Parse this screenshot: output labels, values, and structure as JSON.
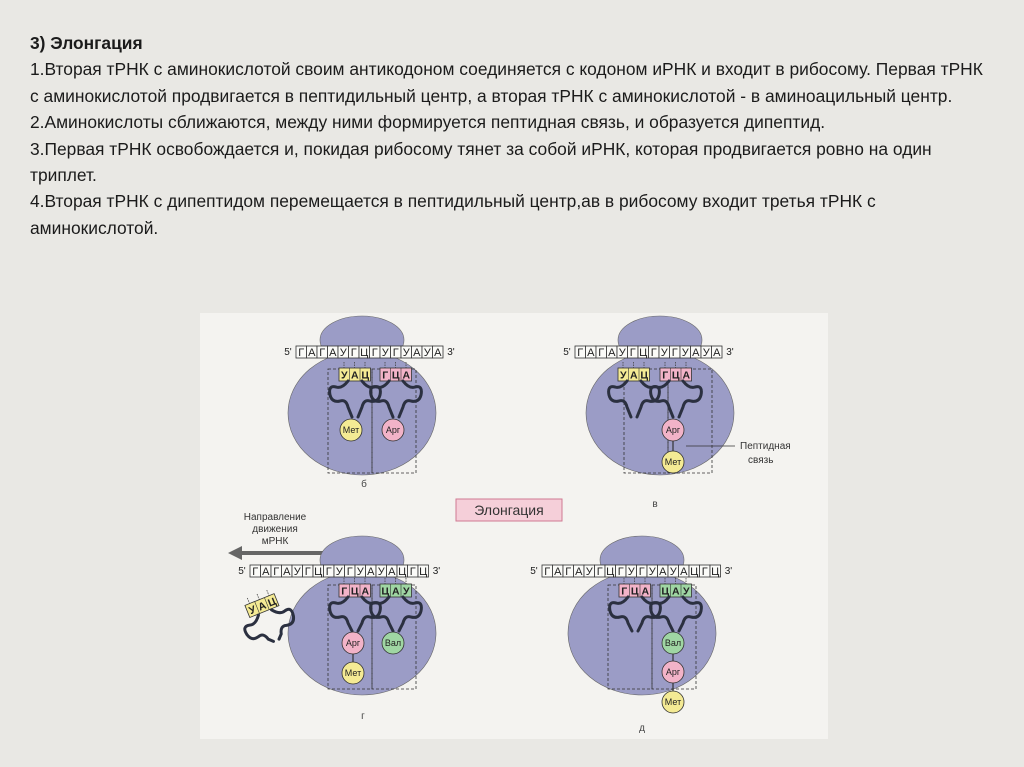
{
  "slide": {
    "title": "3) Элонгация",
    "paragraphs": [
      "1.Вторая тРНК с аминокислотой своим антикодоном соединяется с кодоном иРНК и входит в рибосому. Первая тРНК с аминокислотой продвигается в пептидильный центр, а вторая тРНК с аминокислотой - в аминоацильный центр.",
      "2.Аминокислоты сближаются, между ними формируется пептидная связь, и образуется дипептид.",
      "3.Первая тРНК освобождается и, покидая рибосому тянет за собой иРНК, которая продвигается ровно на один триплет.",
      "4.Вторая тРНК с дипептидом перемещается в пептидильный центр,ав в рибосому входит третья тРНК с аминокислотой."
    ]
  },
  "figure": {
    "center_label": "Элонгация",
    "direction_label": [
      "Направление",
      "движения",
      "мРНК"
    ],
    "peptide_label": [
      "Пептидная",
      "связь"
    ],
    "mrna_end5": "5'",
    "mrna_end3": "3'",
    "mrna_short": [
      "Г",
      "А",
      "Г",
      "А",
      "У",
      "Г",
      "Ц",
      "Г",
      "У",
      "Г",
      "У",
      "А",
      "У",
      "А"
    ],
    "mrna_long": [
      "Г",
      "А",
      "Г",
      "А",
      "У",
      "Г",
      "Ц",
      "Г",
      "У",
      "Г",
      "У",
      "А",
      "У",
      "А",
      "Ц",
      "Г",
      "Ц"
    ],
    "amino": {
      "met": "Мет",
      "arg": "Арг",
      "val": "Вал"
    },
    "anticodons": {
      "uac": "УАЦ",
      "gca": "ГЦА",
      "cau": "ЦАУ"
    },
    "panels": [
      "б",
      "в",
      "г",
      "д"
    ],
    "colors": {
      "ribosome": "#9b9cc6",
      "yellow": "#f4ea94",
      "pink": "#f2b3c8",
      "green": "#9fd6a3",
      "label_box": "#f5cfd9"
    }
  }
}
